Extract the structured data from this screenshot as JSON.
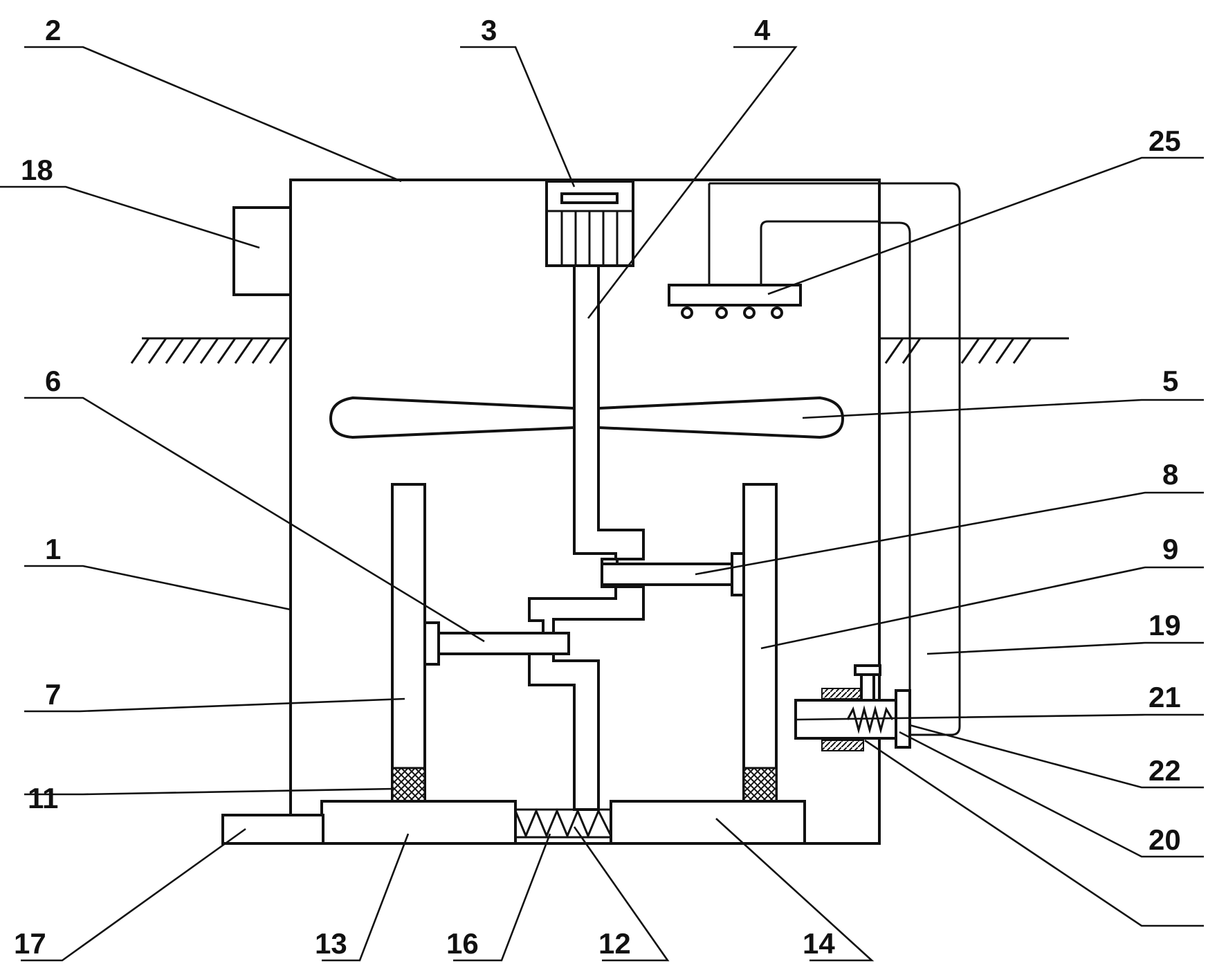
{
  "labels": {
    "l1": "1",
    "l2": "2",
    "l3": "3",
    "l4": "4",
    "l5": "5",
    "l6": "6",
    "l7": "7",
    "l8": "8",
    "l9": "9",
    "l11": "11",
    "l12": "12",
    "l13": "13",
    "l14": "14",
    "l16": "16",
    "l17": "17",
    "l18": "18",
    "l19": "19",
    "l20": "20",
    "l21": "21",
    "l22": "22",
    "l25": "25"
  }
}
